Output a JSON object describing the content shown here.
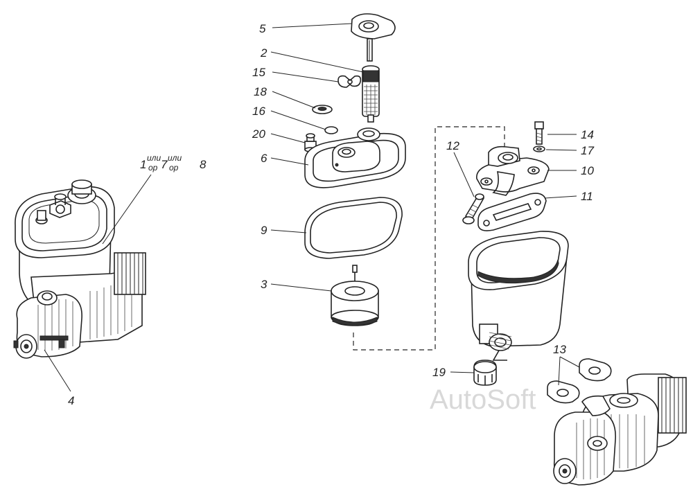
{
  "title_note": {
    "part_a": "1",
    "ili_a": "или",
    "or_a": "ор",
    "part_b": "7",
    "ili_b": "или",
    "or_b": "ор",
    "part_c": "8"
  },
  "callouts": [
    {
      "id": "callout-5",
      "label": "5"
    },
    {
      "id": "callout-2",
      "label": "2"
    },
    {
      "id": "callout-15",
      "label": "15"
    },
    {
      "id": "callout-18",
      "label": "18"
    },
    {
      "id": "callout-16",
      "label": "16"
    },
    {
      "id": "callout-20",
      "label": "20"
    },
    {
      "id": "callout-6",
      "label": "6"
    },
    {
      "id": "callout-9",
      "label": "9"
    },
    {
      "id": "callout-3",
      "label": "3"
    },
    {
      "id": "callout-12",
      "label": "12"
    },
    {
      "id": "callout-14",
      "label": "14"
    },
    {
      "id": "callout-17",
      "label": "17"
    },
    {
      "id": "callout-10",
      "label": "10"
    },
    {
      "id": "callout-11",
      "label": "11"
    },
    {
      "id": "callout-13",
      "label": "13"
    },
    {
      "id": "callout-19",
      "label": "19"
    },
    {
      "id": "callout-4",
      "label": "4"
    }
  ],
  "watermark": "AutoSoft",
  "colors": {
    "ink": "#222222",
    "background": "#ffffff",
    "watermark": "#d8d8d8"
  }
}
